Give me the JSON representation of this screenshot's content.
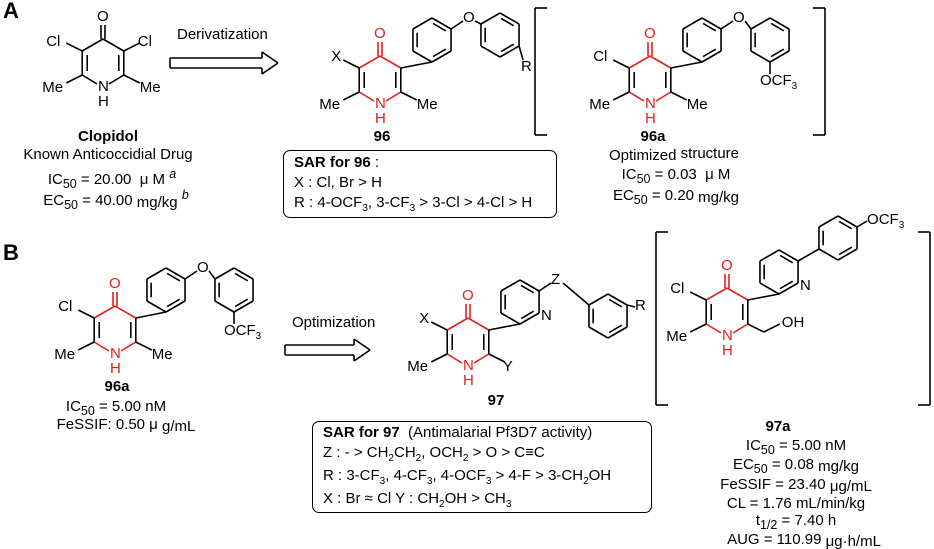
{
  "panel_a": {
    "label": "A",
    "arrow_label": "Derivatization",
    "clopidol": {
      "name": "Clopidol",
      "desc": "Known Anticoccidial Drug",
      "ic50": "IC50 = 20.00 μ M a",
      "ec50": "EC50 = 40.00 mg/kg b"
    },
    "cmpd_96": {
      "number": "96"
    },
    "cmpd_96a": {
      "number": "96a",
      "desc": "Optimized structure",
      "ic50": "IC50 = 0.03 μ M",
      "ec50": "EC50 = 0.20 mg/kg"
    },
    "sar": {
      "title": "SAR for 96 :",
      "lines": [
        "X : Cl, Br > H",
        "R : 4-OCF3, 3-CF3 > 3-Cl > 4-Cl > H"
      ]
    }
  },
  "panel_b": {
    "label": "B",
    "arrow_label": "Optimization",
    "cmpd_96a": {
      "number": "96a",
      "ic50": "IC50 = 5.00 nM",
      "fessif": "FeSSIF: 0.50 μ g/mL"
    },
    "cmpd_97": {
      "number": "97"
    },
    "cmpd_97a": {
      "number": "97a",
      "props": [
        "IC50 = 5.00 nM",
        "EC50 = 0.08 mg/kg",
        "FeSSIF = 23.40 μg/mL",
        "CL = 1.76 mL/min/kg",
        "t1/2 = 7.40 h",
        "AUG = 110.99 μg·h/mL"
      ]
    },
    "sar": {
      "title": "SAR for 97",
      "subtitle": "(Antimalarial Pf3D7 activity)",
      "lines": [
        "Z : - > CH2CH2, OCH2 > O > C≡C",
        "R : 3-CF3, 4-CF3, 4-OCF3 > 4-F > 3-CH2OH",
        "X : Br ≈ Cl Y : CH2OH > CH3"
      ]
    }
  },
  "atoms": {
    "O": "O",
    "N": "N",
    "H": "H",
    "Cl": "Cl",
    "Me": "Me",
    "X": "X",
    "Y": "Y",
    "Z": "Z",
    "R": "R",
    "OCF3": "OCF3",
    "OH": "OH"
  },
  "colors": {
    "highlight": "#e0201f",
    "ink": "#000000"
  }
}
